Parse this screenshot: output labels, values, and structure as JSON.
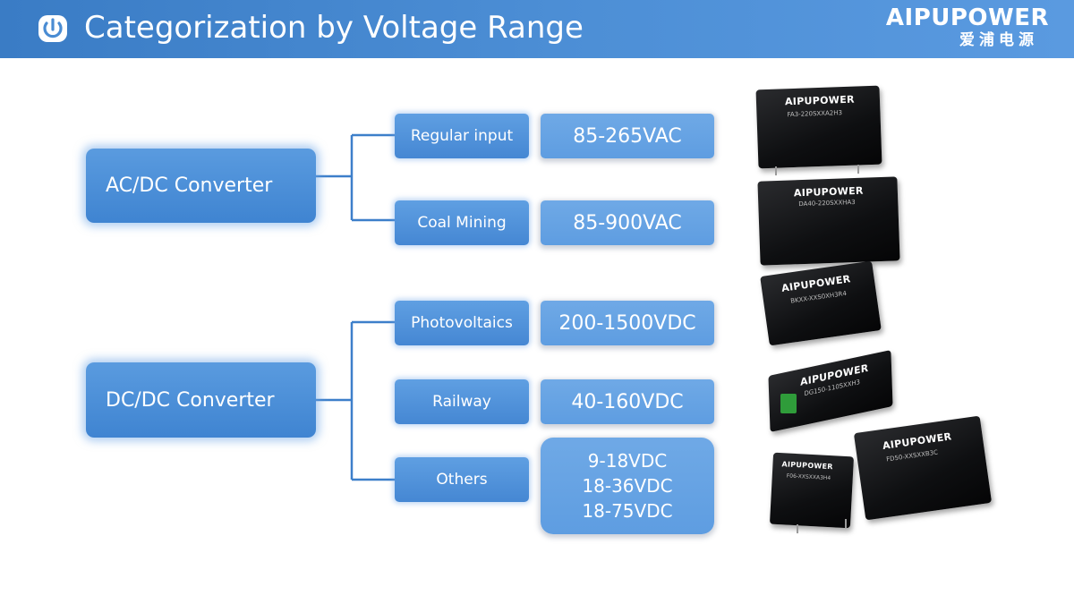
{
  "header": {
    "title": "Categorization by Voltage Range",
    "brand_name": "AIPUPOWER",
    "brand_cn": "爱浦电源",
    "icon": "power-icon",
    "colors": {
      "bar": "#4a8cd3",
      "box": "#4a8cd6",
      "value_box": "#66a3e3"
    }
  },
  "categories": [
    {
      "label": "AC/DC Converter",
      "branches": [
        {
          "application": "Regular input",
          "range": "85-265VAC"
        },
        {
          "application": "Coal Mining",
          "range": "85-900VAC"
        }
      ]
    },
    {
      "label": "DC/DC Converter",
      "branches": [
        {
          "application": "Photovoltaics",
          "range": "200-1500VDC"
        },
        {
          "application": "Railway",
          "range": "40-160VDC"
        },
        {
          "application": "Others",
          "ranges": [
            "9-18VDC",
            "18-36VDC",
            "18-75VDC"
          ]
        }
      ]
    }
  ],
  "products": [
    {
      "logo": "AIPUPOWER",
      "model": "FA3-220SXXA2H3"
    },
    {
      "logo": "AIPUPOWER",
      "model": "DA40-220SXXHA3"
    },
    {
      "logo": "AIPUPOWER",
      "model": "BKXX-XXS0XH3R4"
    },
    {
      "logo": "AIPUPOWER",
      "model": "DG150-110SXXH3"
    },
    {
      "logo": "AIPUPOWER",
      "model": "F06-XXSXXA3H4"
    },
    {
      "logo": "AIPUPOWER",
      "model": "FD50-XXSXXB3C"
    }
  ]
}
